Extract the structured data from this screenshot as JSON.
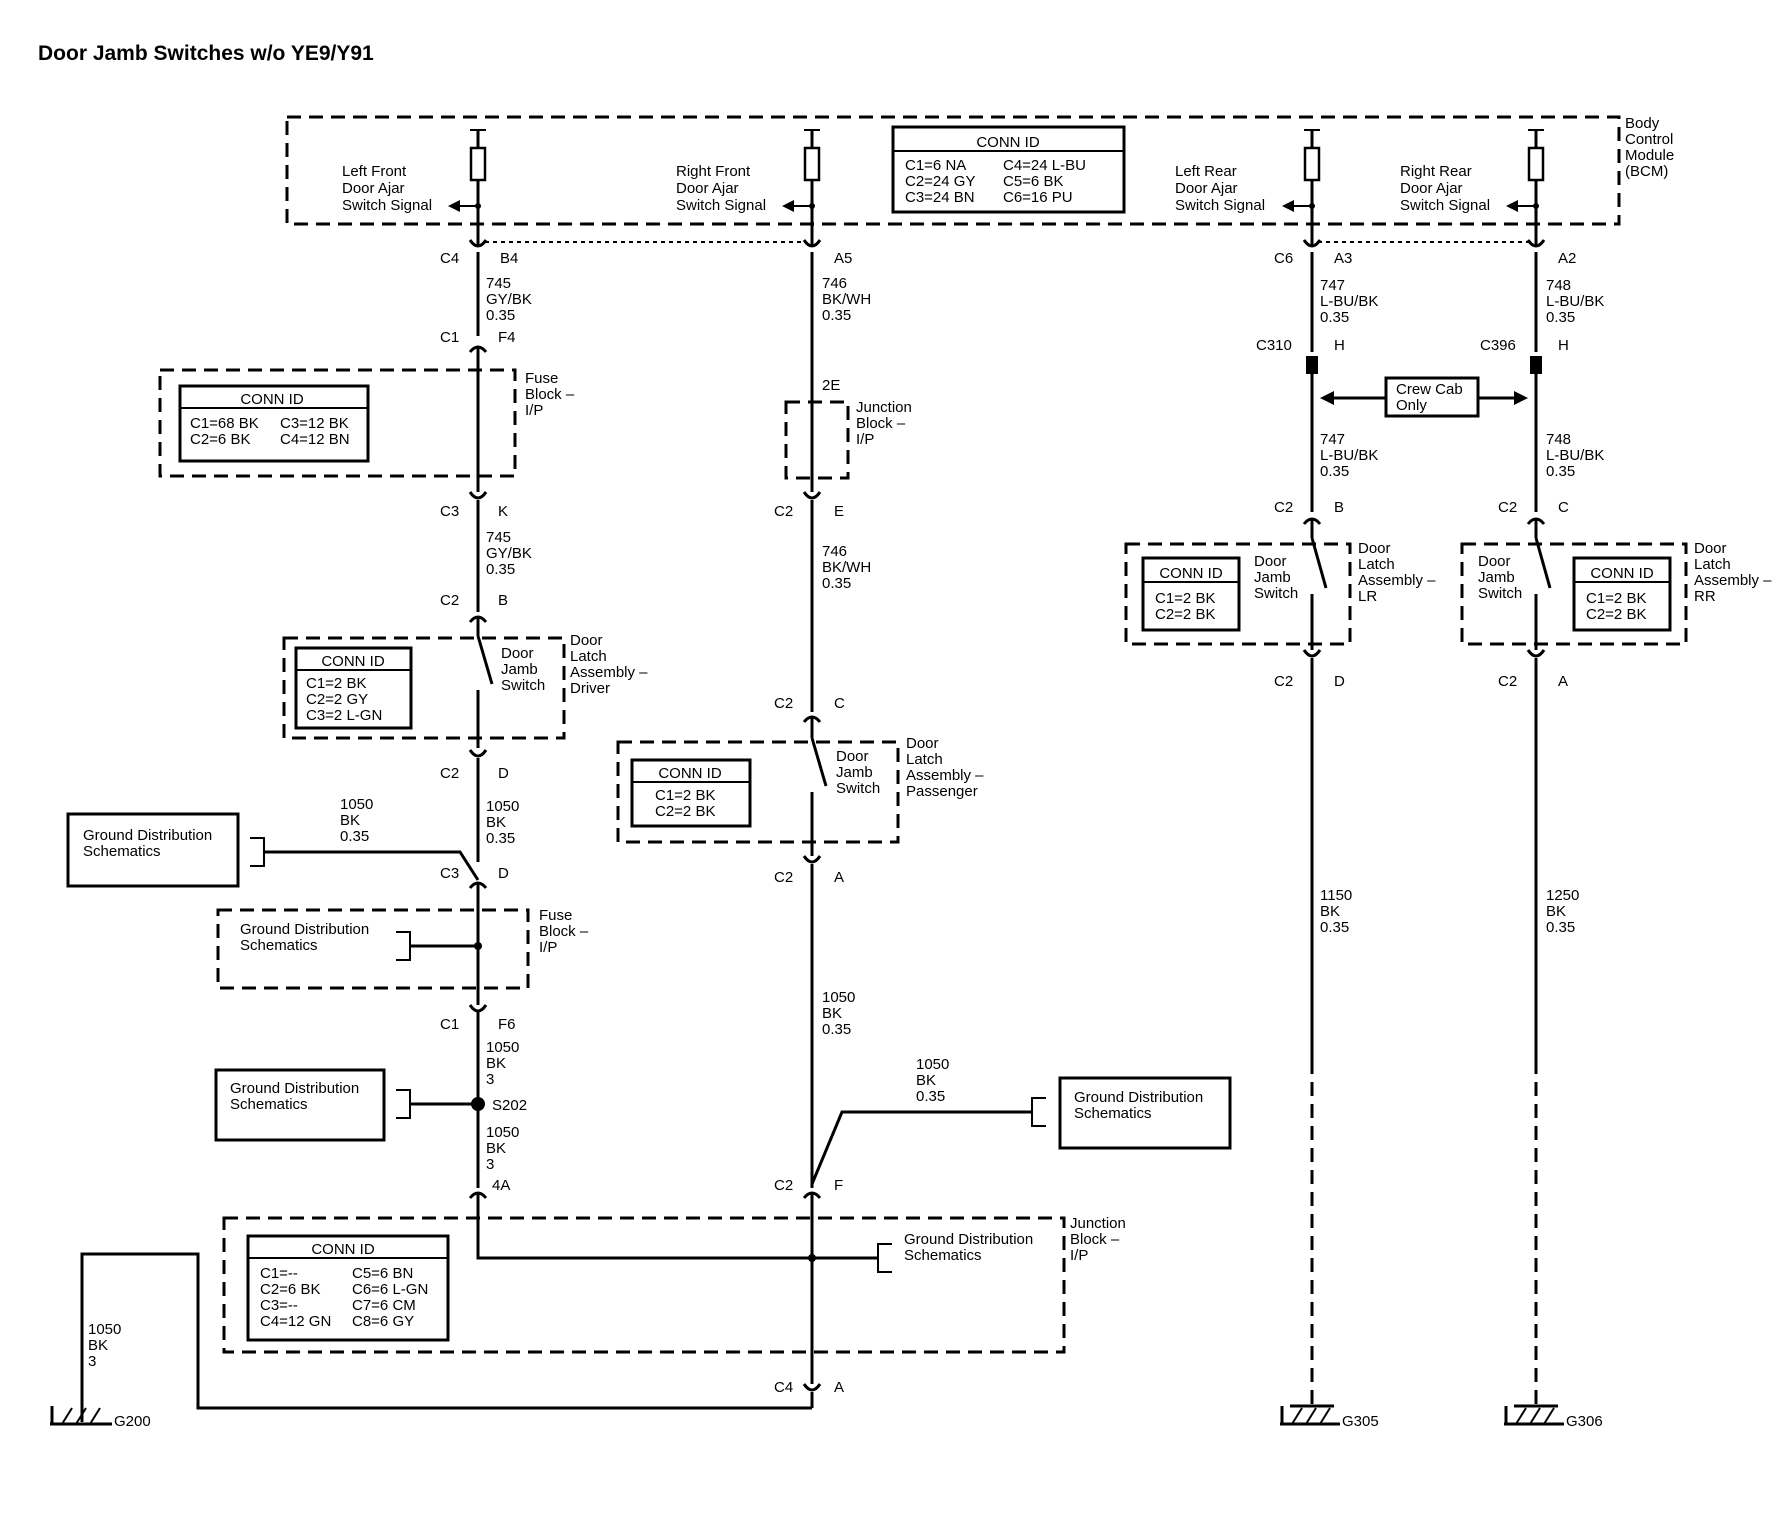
{
  "title": "Door Jamb Switches w/o YE9/Y91",
  "bcm": {
    "label": [
      "Body",
      "Control",
      "Module",
      "(BCM)"
    ],
    "signals": [
      [
        "Left Front",
        "Door Ajar",
        "Switch Signal"
      ],
      [
        "Right Front",
        "Door Ajar",
        "Switch Signal"
      ],
      [
        "Left Rear",
        "Door Ajar",
        "Switch Signal"
      ],
      [
        "Right Rear",
        "Door Ajar",
        "Switch Signal"
      ]
    ],
    "conn_id": {
      "title": "CONN ID",
      "rows": [
        "C1=6 NA",
        "C2=24 GY",
        "C3=24 BN"
      ],
      "rows2": [
        "C4=24 L-BU",
        "C5=6 BK",
        "C6=16 PU"
      ]
    }
  },
  "connectors": {
    "c4": "C4",
    "b4": "B4",
    "a5": "A5",
    "c6": "C6",
    "a3": "A3",
    "a2": "A2",
    "c1": "C1",
    "f4": "F4",
    "c3": "C3",
    "k": "K",
    "c2": "C2",
    "b": "B",
    "d": "D",
    "e": "E",
    "c": "C",
    "a": "A",
    "f6": "F6",
    "s202": "S202",
    "x4a": "4A",
    "f": "F",
    "c310": "C310",
    "c396": "C396",
    "h": "H",
    "x2e": "2E"
  },
  "wires": {
    "w745": [
      "745",
      "GY/BK",
      "0.35"
    ],
    "w746": [
      "746",
      "BK/WH",
      "0.35"
    ],
    "w747": [
      "747",
      "L-BU/BK",
      "0.35"
    ],
    "w748": [
      "748",
      "L-BU/BK",
      "0.35"
    ],
    "w1050": [
      "1050",
      "BK",
      "0.35"
    ],
    "w1050g": [
      "1050",
      "BK",
      "3"
    ],
    "w1150": [
      "1150",
      "BK",
      "0.35"
    ],
    "w1250": [
      "1250",
      "BK",
      "0.35"
    ]
  },
  "fuse_block": {
    "label": [
      "Fuse",
      "Block –",
      "I/P"
    ],
    "conn_id": {
      "title": "CONN ID",
      "rows": [
        "C1=68 BK",
        "C2=6 BK"
      ],
      "rows2": [
        "C3=12 BK",
        "C4=12 BN"
      ]
    }
  },
  "junction_block_top": {
    "label": [
      "Junction",
      "Block –",
      "I/P"
    ]
  },
  "driver_latch": {
    "label": [
      "Door",
      "Latch",
      "Assembly –",
      "Driver"
    ],
    "switch": [
      "Door",
      "Jamb",
      "Switch"
    ],
    "conn_id": {
      "title": "CONN ID",
      "rows": [
        "C1=2 BK",
        "C2=2 GY",
        "C3=2 L-GN"
      ]
    }
  },
  "passenger_latch": {
    "label": [
      "Door",
      "Latch",
      "Assembly –",
      "Passenger"
    ],
    "switch": [
      "Door",
      "Jamb",
      "Switch"
    ],
    "conn_id": {
      "title": "CONN ID",
      "rows": [
        "C1=2 BK",
        "C2=2 BK"
      ]
    }
  },
  "lr_latch": {
    "label": [
      "Door",
      "Latch",
      "Assembly –",
      "LR"
    ],
    "switch": [
      "Door",
      "Jamb",
      "Switch"
    ],
    "conn_id": {
      "title": "CONN ID",
      "rows": [
        "C1=2 BK",
        "C2=2 BK"
      ]
    }
  },
  "rr_latch": {
    "label": [
      "Door",
      "Latch",
      "Assembly –",
      "RR"
    ],
    "switch": [
      "Door",
      "Jamb",
      "Switch"
    ],
    "conn_id": {
      "title": "CONN ID",
      "rows": [
        "C1=2 BK",
        "C2=2 BK"
      ]
    }
  },
  "crew_cab": [
    "Crew Cab",
    "Only"
  ],
  "ground_dist": [
    "Ground Distribution",
    "Schematics"
  ],
  "junction_block_bottom": {
    "label": [
      "Junction",
      "Block –",
      "I/P"
    ],
    "conn_id": {
      "title": "CONN ID",
      "rows": [
        "C1=--",
        "C2=6 BK",
        "C3=--",
        "C4=12 GN"
      ],
      "rows2": [
        "C5=6 BN",
        "C6=6 L-GN",
        "C7=6 CM",
        "C8=6 GY"
      ]
    }
  },
  "grounds": [
    "G200",
    "G305",
    "G306"
  ]
}
